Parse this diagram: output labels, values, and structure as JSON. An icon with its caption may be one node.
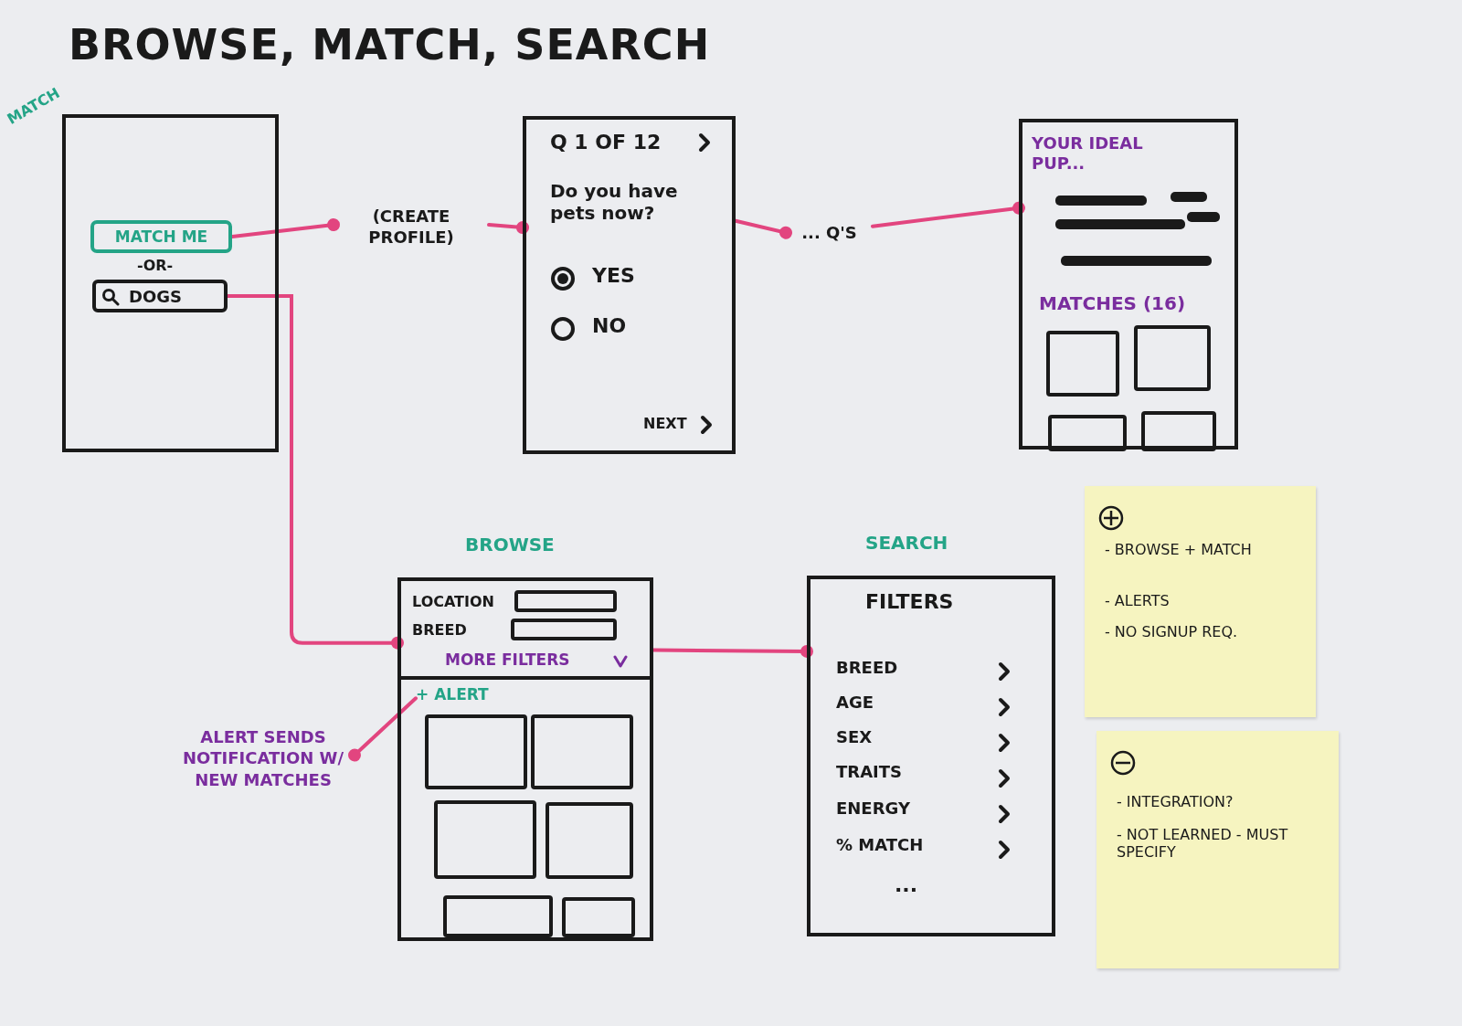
{
  "diagram": {
    "title": "BROWSE, MATCH, SEARCH",
    "nodes": [
      {
        "text": [
          "MATCH"
        ]
      },
      {
        "text": [
          "MATCH ME"
        ],
        "in": 0
      },
      {
        "text": [
          "DOGS"
        ],
        "in": 0
      },
      {
        "text": [
          "(CREATE PROFILE)"
        ]
      },
      {
        "text": [
          "Q 1 OF 12",
          "Do you have pets now?",
          "YES",
          "NO",
          "NEXT"
        ]
      },
      {
        "text": [
          "... Q'S"
        ]
      },
      {
        "text": [
          "YOUR IDEAL PUP...",
          "MATCHES (16)"
        ]
      },
      {
        "text": [
          "BROWSE",
          "LOCATION",
          "BREED",
          "MORE FILTERS"
        ]
      },
      {
        "text": [
          "+ ALERT"
        ],
        "in": 7
      },
      {
        "text": [
          "ALERT SENDS NOTIFICATION W/ NEW MATCHES"
        ]
      },
      {
        "text": [
          "SEARCH",
          "FILTERS",
          "BREED",
          "AGE",
          "SEX",
          "TRAITS",
          "ENERGY",
          "% MATCH",
          "..."
        ]
      },
      {
        "text": [
          "- BROWSE + MATCH",
          "- ALERTS",
          "- NO SIGNUP REQ."
        ]
      },
      {
        "text": [
          "- INTEGRATION?",
          "- NOT LEARNED - MUST SPECIFY"
        ]
      }
    ],
    "edges": [
      {
        "from": 1,
        "to": 3,
        "arrow": "other"
      },
      {
        "from": 3,
        "to": 4,
        "arrow": "other"
      },
      {
        "from": 4,
        "to": 5,
        "arrow": "other"
      },
      {
        "from": 5,
        "to": 6,
        "arrow": "other"
      },
      {
        "from": 2,
        "to": 7,
        "arrow": "other"
      },
      {
        "from": 7,
        "to": 10,
        "arrow": "other"
      },
      {
        "from": 8,
        "to": 9,
        "arrow": "other"
      }
    ],
    "labels": [
      "-OR-"
    ]
  }
}
